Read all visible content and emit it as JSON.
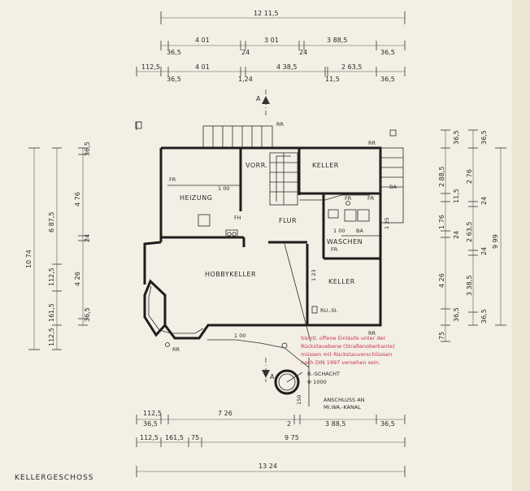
{
  "dims": {
    "top_total": "12 11,5",
    "top_row1": [
      "36,5",
      "4 01",
      "24",
      "3 01",
      "24",
      "3 88,5",
      "36,5"
    ],
    "top_row2": [
      "112,5",
      "36,5",
      "4 01",
      "1,24",
      "4 38,5",
      "11,5",
      "2 63,5",
      "36,5"
    ],
    "bottom_row1": [
      "112,5",
      "36,5",
      "7 26",
      "2",
      "3 88,5",
      "36,5"
    ],
    "bottom_row2": [
      "112,5",
      "161,5",
      "75",
      "9 75"
    ],
    "bottom_total": "13 24",
    "left_col1": [
      "36,5",
      "4 76",
      "24",
      "4 26",
      "36,5"
    ],
    "left_col2": [
      "6 87,5",
      "112,5",
      "161,5",
      "112,5"
    ],
    "left_total": "10 74",
    "right_col1": [
      "36,5",
      "2 88,5",
      "11,5",
      "1 76",
      "24",
      "4 26",
      "36,5",
      "75"
    ],
    "right_col2": [
      "36,5",
      "2 76",
      "24",
      "2 63,5",
      "24",
      "3 38,5",
      "36,5"
    ],
    "right_total": "9 99"
  },
  "rooms": {
    "heizung": "HEIZUNG",
    "vorr": "VORR.",
    "keller_top": "KELLER",
    "flur": "FLUR",
    "waschen": "WASCHEN",
    "hobbykeller": "HOBBYKELLER",
    "keller_bottom": "KELLER"
  },
  "labels": {
    "section_top": "A",
    "section_bottom": "A",
    "fr1": "FR",
    "fr2": "FR",
    "fr3": "FR",
    "fr4": "FR",
    "fh": "FH",
    "rr1": "RR",
    "rr2": "RR",
    "rr3": "RR",
    "rr4": "RR",
    "ba1": "BA",
    "ba2": "BA",
    "h100_a": "1 00",
    "h100_b": "1 00",
    "h100_c": "1 00",
    "v125": "1 25",
    "v123": "1 23",
    "ru_si": "RU.-SI.",
    "r_schacht": "R.-SCHACHT",
    "r_schacht_size": "Φ 1000",
    "anschluss_1": "ANSCHLUSS AN",
    "anschluss_2": "MI.WA.-KANAL",
    "pipe_150": "150"
  },
  "note": {
    "line1": "Sämtl. offene Einläufe unter der",
    "line2": "Rückstauebene (Straßenoberkante)",
    "line3": "müssen mit Rückstauverschlüssen",
    "line4": "nach DIN 1997 versehen sein."
  },
  "caption": "KELLERGESCHOSS"
}
